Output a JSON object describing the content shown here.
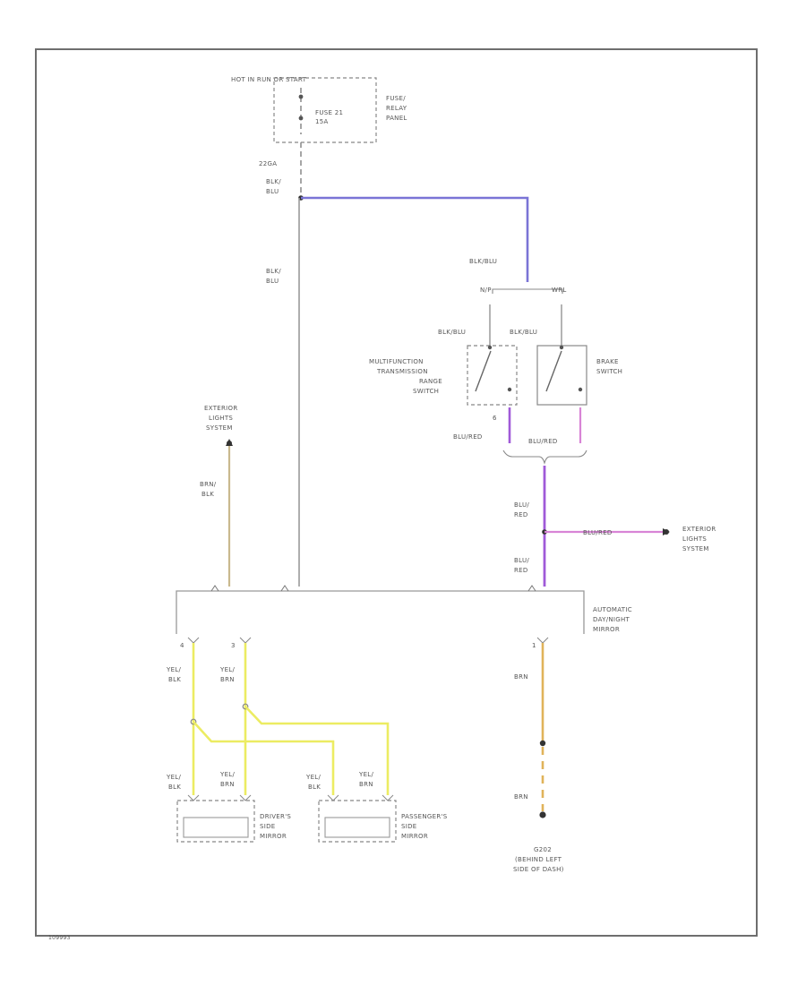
{
  "top": {
    "feed_label": "HOT IN RUN OR START",
    "fuse_label_1": "FUSE 21",
    "fuse_label_2": "15A",
    "panel_label_1": "FUSE/",
    "panel_label_2": "RELAY",
    "panel_label_3": "PANEL",
    "amp_label": "22GA"
  },
  "wires": {
    "blk_blu": "BLK/BLU",
    "blk_line1": "BLK/",
    "blu_line2": "BLU",
    "blu_red": "BLU/RED",
    "blu_line1": "BLU/",
    "red_line2": "RED",
    "brn_line1": "BRN/",
    "blk_line2": "BLK",
    "yel_line1": "YEL/",
    "brn_line2": "BRN",
    "brn": "BRN"
  },
  "switches": {
    "connector_left": "N/P",
    "connector_right": "WRL",
    "mfr_1": "MULTIFUNCTION",
    "mfr_2": "TRANSMISSION",
    "mfr_3": "RANGE",
    "mfr_4": "SWITCH",
    "brake_1": "BRAKE",
    "brake_2": "SWITCH",
    "pin_6": "6"
  },
  "exterior_top": {
    "line1": "EXTERIOR",
    "line2": "LIGHTS",
    "line3": "SYSTEM"
  },
  "exterior_right": {
    "line1": "EXTERIOR",
    "line2": "LIGHTS",
    "line3": "SYSTEM"
  },
  "module": {
    "line1": "AUTOMATIC",
    "line2": "DAY/NIGHT",
    "line3": "MIRROR",
    "pin_4": "4",
    "pin_3": "3",
    "pin_1": "1"
  },
  "mirrors": {
    "driver_1": "DRIVER'S",
    "driver_2": "SIDE",
    "driver_3": "MIRROR",
    "pass_1": "PASSENGER'S",
    "pass_2": "SIDE",
    "pass_3": "MIRROR"
  },
  "ground": {
    "line1": "G202",
    "line2": "(BEHIND LEFT",
    "line3": "SIDE OF DASH)"
  },
  "footer": {
    "code": "109993"
  },
  "colors": {
    "frame": "#6e6e6e",
    "wire_gray": "#9a9a9a",
    "blue": "#7a74d6",
    "violet": "#a05ad8",
    "pink": "#d884d6",
    "tan": "#c9b98e",
    "yellow": "#ecec62",
    "orange": "#e0b35a"
  }
}
